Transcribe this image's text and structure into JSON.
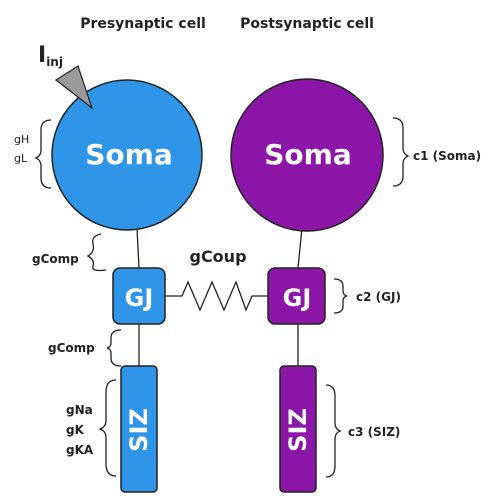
{
  "cells": {
    "presynaptic": {
      "title": "Presynaptic cell",
      "color": "#2e95e8",
      "soma_label": "Soma",
      "gj_label": "GJ",
      "siz_label": "SIZ",
      "soma_conductances": [
        "gH",
        "gL"
      ],
      "comp_label_upper": "gComp",
      "comp_label_lower": "gComp",
      "siz_conductances": [
        "gNa",
        "gK",
        "gKA"
      ]
    },
    "postsynaptic": {
      "title": "Postsynaptic cell",
      "color": "#8c16a8",
      "soma_label": "Soma",
      "gj_label": "GJ",
      "siz_label": "SIZ",
      "compartment_labels": [
        "c1 (Soma)",
        "c2 (GJ)",
        "c3 (SIZ)"
      ]
    }
  },
  "coupling_label": "gCoup",
  "injection": {
    "main": "I",
    "sub": "inj"
  }
}
